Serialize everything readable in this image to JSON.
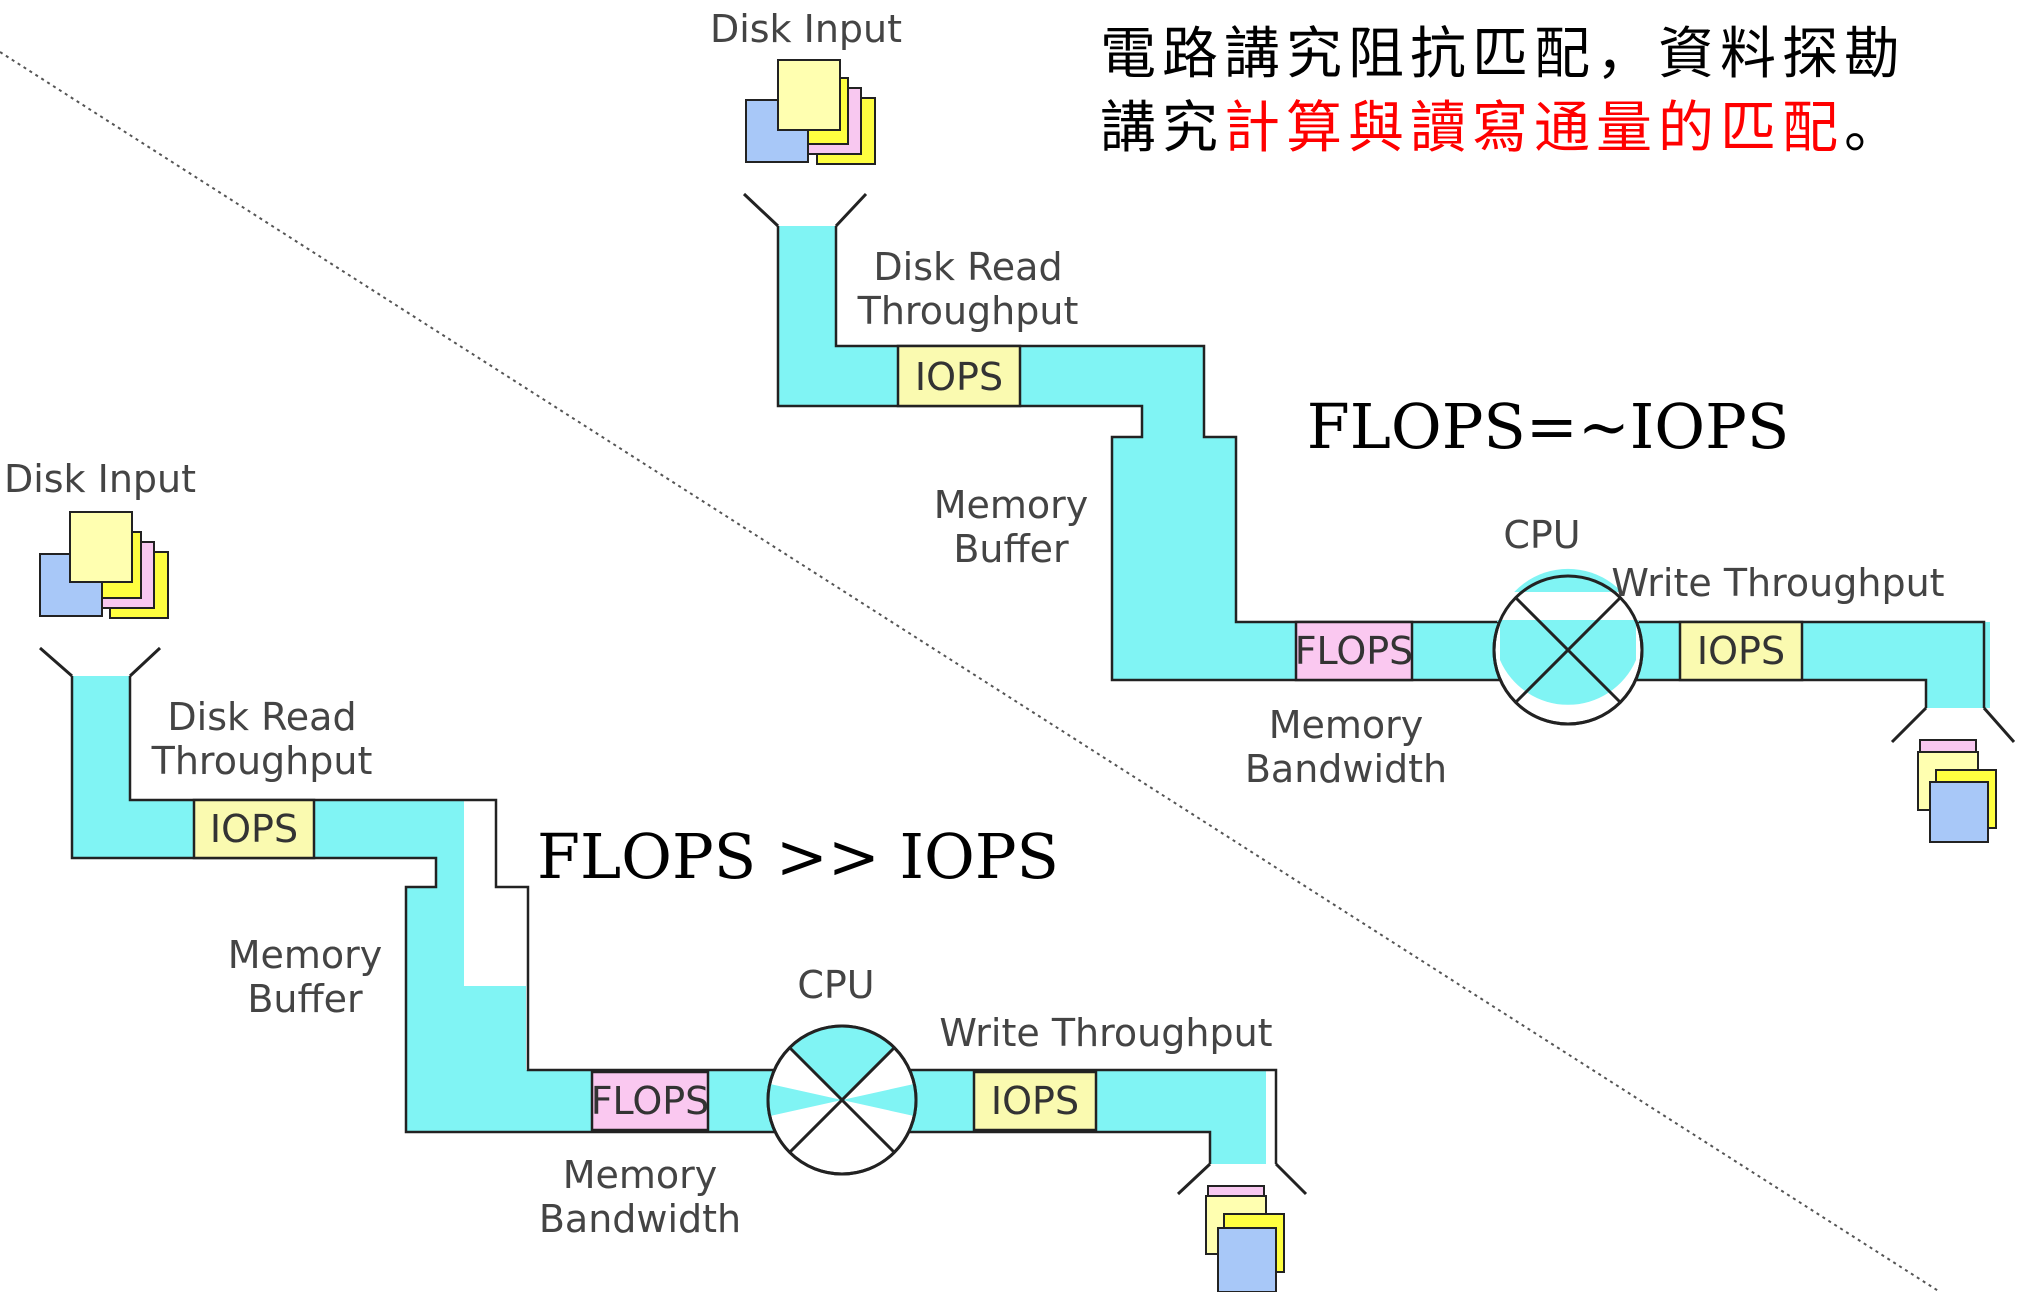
{
  "caption": {
    "line1": "電路講究阻抗匹配，資料探勘",
    "line2_prefix": "講究",
    "line2_highlight": "計算與讀寫通量的匹配",
    "line2_suffix": "。"
  },
  "colors": {
    "pipe": "#80f4f4",
    "iops_box": "#fafab0",
    "flops_box": "#fac8f0",
    "caption_highlight": "#ff0000"
  },
  "top_diagram": {
    "headline": "FLOPS=~IOPS",
    "disk_input": "Disk Input",
    "disk_read": [
      "Disk Read",
      "Throughput"
    ],
    "iops_in": "IOPS",
    "memory_buffer": [
      "Memory",
      "Buffer"
    ],
    "flops": "FLOPS",
    "memory_bandwidth": [
      "Memory",
      "Bandwidth"
    ],
    "cpu": "CPU",
    "write_throughput": "Write Throughput",
    "iops_out": "IOPS"
  },
  "bottom_diagram": {
    "headline": "FLOPS >> IOPS",
    "disk_input": "Disk Input",
    "disk_read": [
      "Disk Read",
      "Throughput"
    ],
    "iops_in": "IOPS",
    "memory_buffer": [
      "Memory",
      "Buffer"
    ],
    "flops": "FLOPS",
    "memory_bandwidth": [
      "Memory",
      "Bandwidth"
    ],
    "cpu": "CPU",
    "write_throughput": "Write Throughput",
    "iops_out": "IOPS"
  }
}
